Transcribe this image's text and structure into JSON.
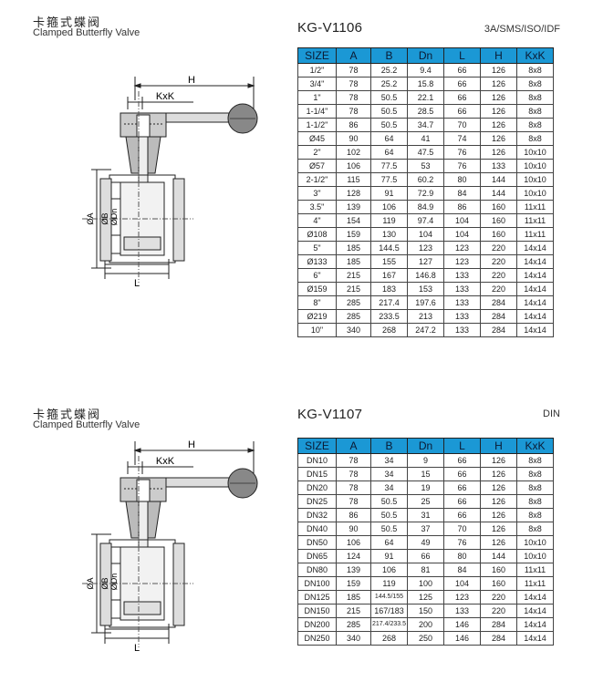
{
  "sections": [
    {
      "title_zh": "卡箍式蝶阀",
      "title_en": "Clamped Butterfly Valve",
      "model": "KG-V1106",
      "standards": "3A/SMS/ISO/IDF",
      "drawing_labels": {
        "h": "H",
        "kxk": "KxK",
        "a": "ØA",
        "b": "ØB",
        "dn": "ØDn",
        "l": "L"
      },
      "columns": [
        "SIZE",
        "A",
        "B",
        "Dn",
        "L",
        "H",
        "KxK"
      ],
      "rows": [
        [
          "1/2\"",
          "78",
          "25.2",
          "9.4",
          "66",
          "126",
          "8x8"
        ],
        [
          "3/4\"",
          "78",
          "25.2",
          "15.8",
          "66",
          "126",
          "8x8"
        ],
        [
          "1\"",
          "78",
          "50.5",
          "22.1",
          "66",
          "126",
          "8x8"
        ],
        [
          "1-1/4\"",
          "78",
          "50.5",
          "28.5",
          "66",
          "126",
          "8x8"
        ],
        [
          "1-1/2\"",
          "86",
          "50.5",
          "34.7",
          "70",
          "126",
          "8x8"
        ],
        [
          "Ø45",
          "90",
          "64",
          "41",
          "74",
          "126",
          "8x8"
        ],
        [
          "2\"",
          "102",
          "64",
          "47.5",
          "76",
          "126",
          "10x10"
        ],
        [
          "Ø57",
          "106",
          "77.5",
          "53",
          "76",
          "133",
          "10x10"
        ],
        [
          "2-1/2\"",
          "115",
          "77.5",
          "60.2",
          "80",
          "144",
          "10x10"
        ],
        [
          "3\"",
          "128",
          "91",
          "72.9",
          "84",
          "144",
          "10x10"
        ],
        [
          "3.5\"",
          "139",
          "106",
          "84.9",
          "86",
          "160",
          "11x11"
        ],
        [
          "4\"",
          "154",
          "119",
          "97.4",
          "104",
          "160",
          "11x11"
        ],
        [
          "Ø108",
          "159",
          "130",
          "104",
          "104",
          "160",
          "11x11"
        ],
        [
          "5\"",
          "185",
          "144.5",
          "123",
          "123",
          "220",
          "14x14"
        ],
        [
          "Ø133",
          "185",
          "155",
          "127",
          "123",
          "220",
          "14x14"
        ],
        [
          "6\"",
          "215",
          "167",
          "146.8",
          "133",
          "220",
          "14x14"
        ],
        [
          "Ø159",
          "215",
          "183",
          "153",
          "133",
          "220",
          "14x14"
        ],
        [
          "8\"",
          "285",
          "217.4",
          "197.6",
          "133",
          "284",
          "14x14"
        ],
        [
          "Ø219",
          "285",
          "233.5",
          "213",
          "133",
          "284",
          "14x14"
        ],
        [
          "10\"",
          "340",
          "268",
          "247.2",
          "133",
          "284",
          "14x14"
        ]
      ]
    },
    {
      "title_zh": "卡箍式蝶阀",
      "title_en": "Clamped Butterfly Valve",
      "model": "KG-V1107",
      "standards": "DIN",
      "drawing_labels": {
        "h": "H",
        "kxk": "KxK",
        "a": "ØA",
        "b": "ØB",
        "dn": "ØDn",
        "l": "L"
      },
      "columns": [
        "SIZE",
        "A",
        "B",
        "Dn",
        "L",
        "H",
        "KxK"
      ],
      "rows": [
        [
          "DN10",
          "78",
          "34",
          "9",
          "66",
          "126",
          "8x8"
        ],
        [
          "DN15",
          "78",
          "34",
          "15",
          "66",
          "126",
          "8x8"
        ],
        [
          "DN20",
          "78",
          "34",
          "19",
          "66",
          "126",
          "8x8"
        ],
        [
          "DN25",
          "78",
          "50.5",
          "25",
          "66",
          "126",
          "8x8"
        ],
        [
          "DN32",
          "86",
          "50.5",
          "31",
          "66",
          "126",
          "8x8"
        ],
        [
          "DN40",
          "90",
          "50.5",
          "37",
          "70",
          "126",
          "8x8"
        ],
        [
          "DN50",
          "106",
          "64",
          "49",
          "76",
          "126",
          "10x10"
        ],
        [
          "DN65",
          "124",
          "91",
          "66",
          "80",
          "144",
          "10x10"
        ],
        [
          "DN80",
          "139",
          "106",
          "81",
          "84",
          "160",
          "11x11"
        ],
        [
          "DN100",
          "159",
          "119",
          "100",
          "104",
          "160",
          "11x11"
        ],
        [
          "DN125",
          "185",
          "144.5/155",
          "125",
          "123",
          "220",
          "14x14"
        ],
        [
          "DN150",
          "215",
          "167/183",
          "150",
          "133",
          "220",
          "14x14"
        ],
        [
          "DN200",
          "285",
          "217.4/233.5",
          "200",
          "146",
          "284",
          "14x14"
        ],
        [
          "DN250",
          "340",
          "268",
          "250",
          "146",
          "284",
          "14x14"
        ]
      ]
    }
  ]
}
